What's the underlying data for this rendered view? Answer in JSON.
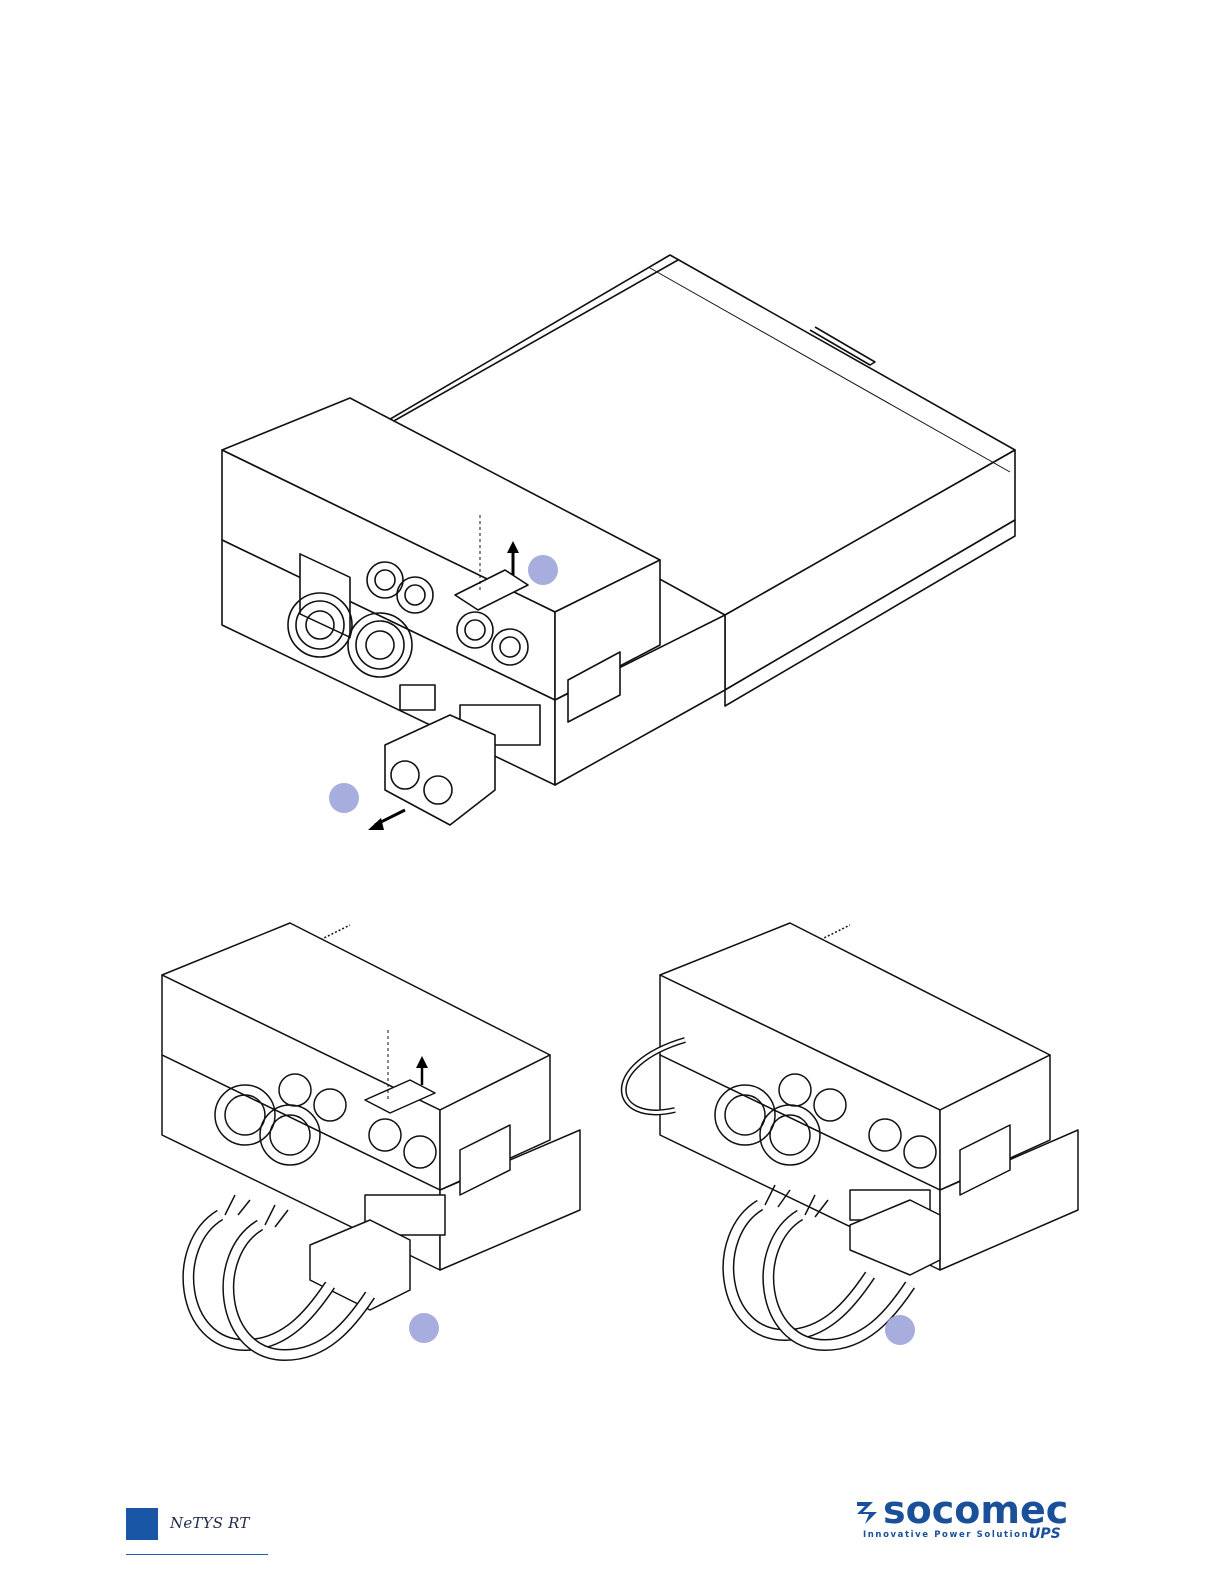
{
  "footer": {
    "product_name": "NeTYS RT",
    "accent_color": "#1a56a6"
  },
  "brand": {
    "name": "socomec",
    "tagline": "Innovative Power Solutions",
    "suffix": "UPS",
    "color": "#1a4f99"
  },
  "figures": {
    "step_marker_color": "#a7addd",
    "top": {
      "step_markers": 2,
      "arrow_icons": [
        "arrow-up-icon",
        "arrow-down-left-icon"
      ]
    },
    "bottom_left": {
      "step_markers": 1,
      "arrow_icons": [
        "arrow-up-icon"
      ]
    },
    "bottom_right": {
      "step_markers": 1
    }
  }
}
